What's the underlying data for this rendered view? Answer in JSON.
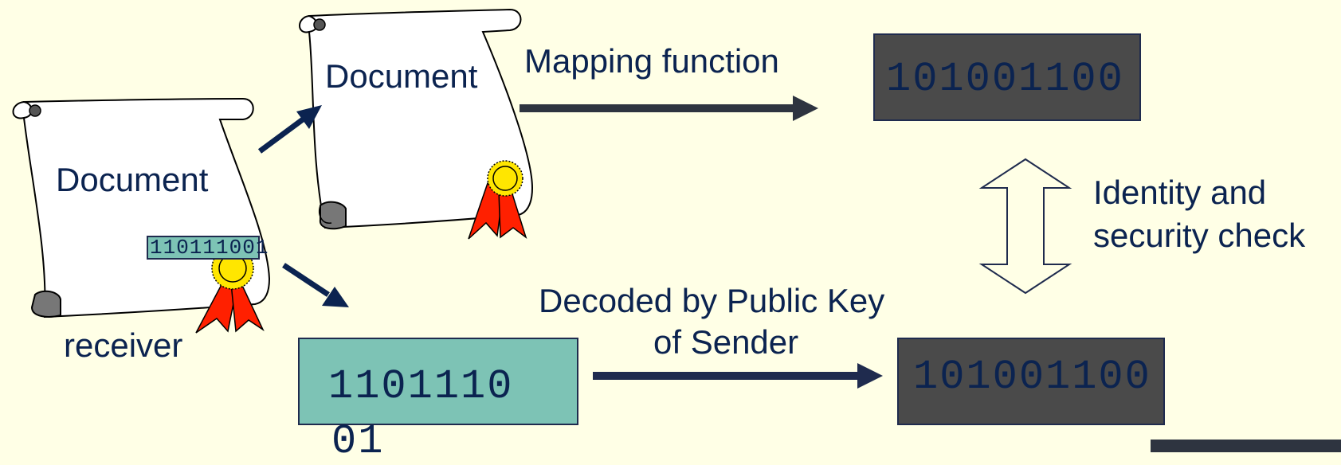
{
  "scroll_front": {
    "label": "Document",
    "signature_bits": "110111001"
  },
  "scroll_back": {
    "label": "Document"
  },
  "receiver_label": "receiver",
  "mapping_label": "Mapping function",
  "top_digest": "101001100",
  "identity_label_line1": "Identity and",
  "identity_label_line2": "security check",
  "decode_label_line1": "Decoded by Public Key",
  "decode_label_line2": "of Sender",
  "signature_box": {
    "line1": "1101110",
    "line2": "01"
  },
  "bottom_digest": "101001100",
  "colors": {
    "background": "#FFFFE6",
    "text": "#0B2350",
    "digest_box": "#4A4A4A",
    "signature_box": "#7DC3B5",
    "arrow_dark": "#2E3440",
    "arrow_navy": "#1F2B4E",
    "ribbon": "#FF2000",
    "seal": "#FFE600"
  }
}
